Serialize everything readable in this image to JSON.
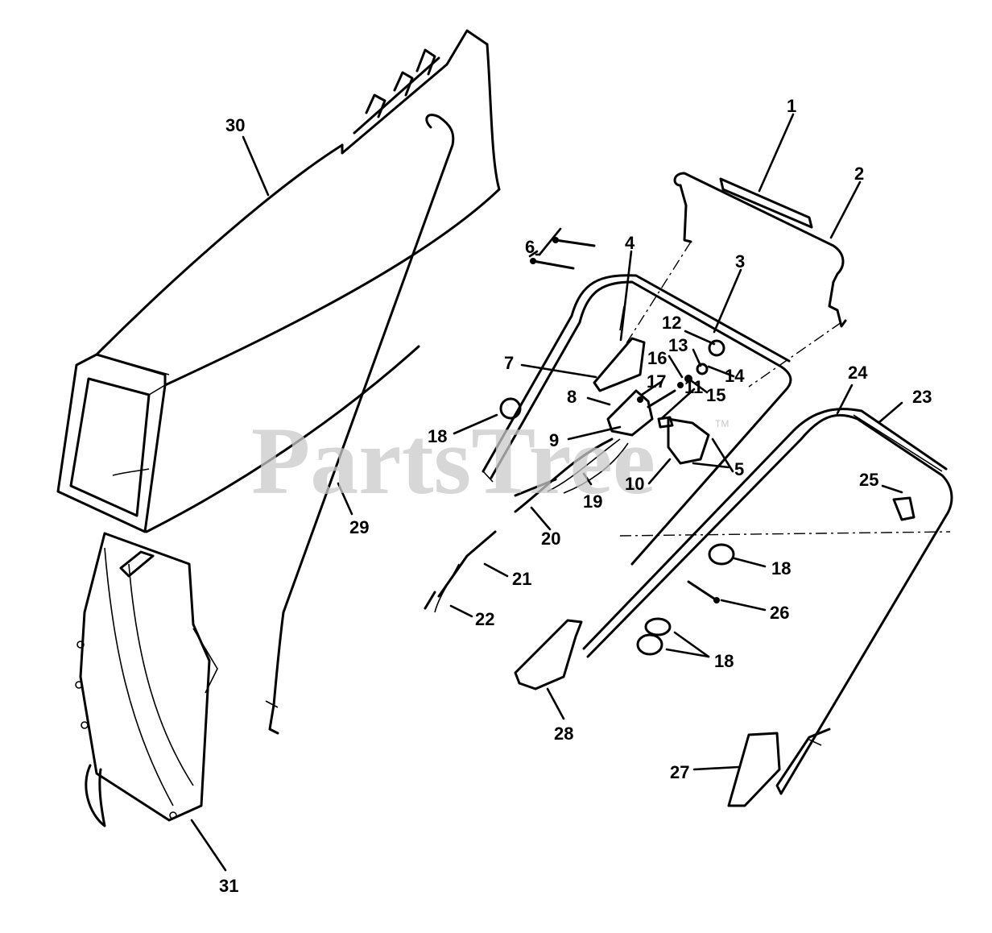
{
  "watermark": {
    "text": "PartsTree",
    "trademark": "TM"
  },
  "callouts": [
    {
      "id": "1",
      "label": "1"
    },
    {
      "id": "2",
      "label": "2"
    },
    {
      "id": "3",
      "label": "3"
    },
    {
      "id": "4",
      "label": "4"
    },
    {
      "id": "5",
      "label": "5"
    },
    {
      "id": "6",
      "label": "6"
    },
    {
      "id": "7",
      "label": "7"
    },
    {
      "id": "8",
      "label": "8"
    },
    {
      "id": "9",
      "label": "9"
    },
    {
      "id": "10",
      "label": "10"
    },
    {
      "id": "11",
      "label": "11"
    },
    {
      "id": "12",
      "label": "12"
    },
    {
      "id": "13",
      "label": "13"
    },
    {
      "id": "14",
      "label": "14"
    },
    {
      "id": "15",
      "label": "15"
    },
    {
      "id": "16",
      "label": "16"
    },
    {
      "id": "17",
      "label": "17"
    },
    {
      "id": "18a",
      "label": "18"
    },
    {
      "id": "18b",
      "label": "18"
    },
    {
      "id": "18c",
      "label": "18"
    },
    {
      "id": "19",
      "label": "19"
    },
    {
      "id": "20",
      "label": "20"
    },
    {
      "id": "21",
      "label": "21"
    },
    {
      "id": "22",
      "label": "22"
    },
    {
      "id": "23",
      "label": "23"
    },
    {
      "id": "24",
      "label": "24"
    },
    {
      "id": "25",
      "label": "25"
    },
    {
      "id": "26",
      "label": "26"
    },
    {
      "id": "27",
      "label": "27"
    },
    {
      "id": "28",
      "label": "28"
    },
    {
      "id": "29",
      "label": "29"
    },
    {
      "id": "30",
      "label": "30"
    },
    {
      "id": "31",
      "label": "31"
    }
  ]
}
